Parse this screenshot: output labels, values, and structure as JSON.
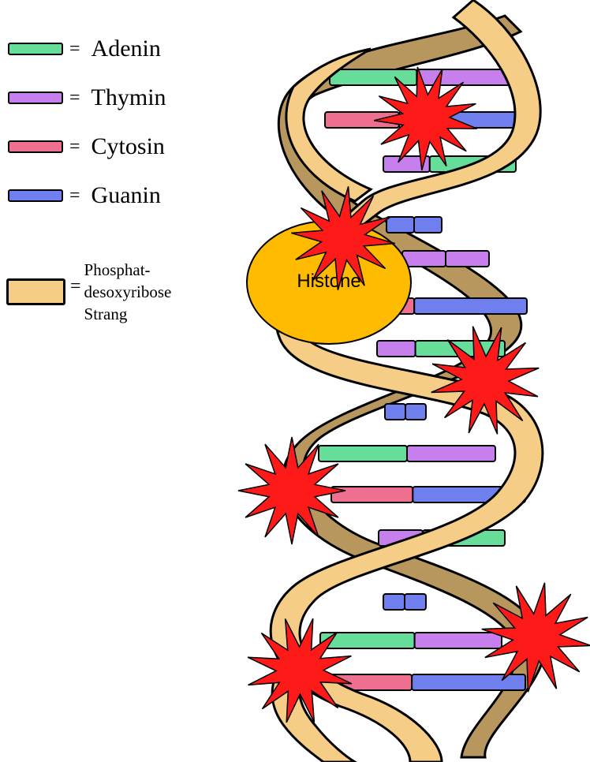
{
  "legend": {
    "items": [
      {
        "label": "Adenin",
        "eq": "=",
        "color": "#66dd99"
      },
      {
        "label": "Thymin",
        "eq": "=",
        "color": "#c77fee"
      },
      {
        "label": "Cytosin",
        "eq": "=",
        "color": "#ee6f8f"
      },
      {
        "label": "Guanin",
        "eq": "=",
        "color": "#6f7fee"
      }
    ],
    "strand": {
      "eq": "=",
      "lines": [
        "Phosphat-",
        "desoxyribose",
        "Strang"
      ],
      "color": "#f5cd86"
    }
  },
  "histone": {
    "label": "Histone",
    "color": "#ffbb00"
  },
  "colors": {
    "strand_front": "#f5cd86",
    "strand_back": "#b8975f",
    "damage": "#ff1a1a",
    "adenin": "#66dd99",
    "thymin": "#c77fee",
    "cytosin": "#ee6f8f",
    "guanin": "#6f7fee"
  }
}
